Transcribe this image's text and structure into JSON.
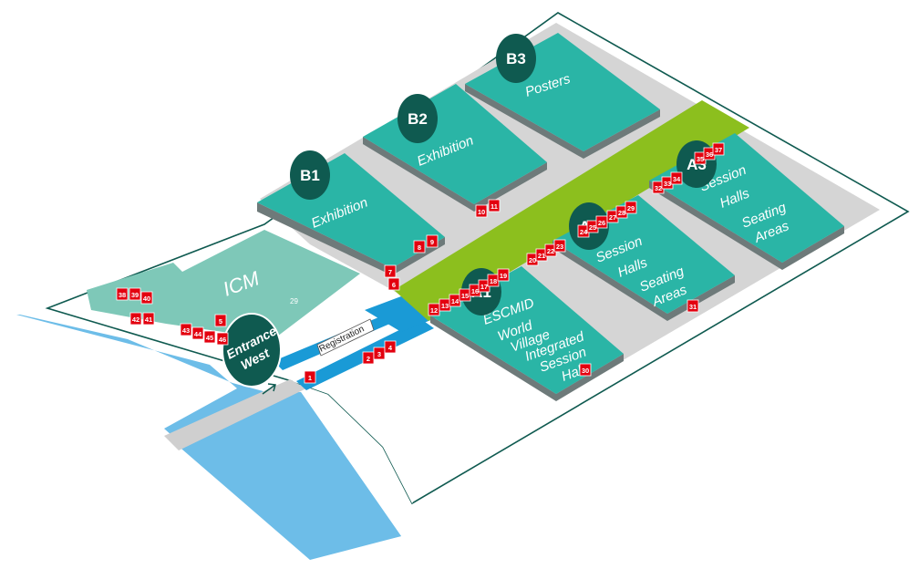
{
  "colors": {
    "hall_top": "#2ab5a6",
    "hall_side": "#6e7a7a",
    "hall_dark_badge": "#0f5a50",
    "concourse": "#8cbf1e",
    "ground": "#d5d5d5",
    "water": "#6dbde8",
    "walkway": "#1a9ad6",
    "marker": "#e3000f",
    "outline": "#0f5a50",
    "icm": "#7ec8b8"
  },
  "halls": {
    "b3": {
      "badge": "B3",
      "labels": [
        "Posters"
      ]
    },
    "b2": {
      "badge": "B2",
      "labels": [
        "Exhibition"
      ]
    },
    "b1": {
      "badge": "B1",
      "labels": [
        "Exhibition"
      ]
    },
    "a1": {
      "badge": "A1",
      "labels": [
        "ESCMID",
        "World",
        "Village",
        "Integrated",
        "Session",
        "Halls"
      ]
    },
    "a2": {
      "badge": "A2",
      "labels": [
        "Session",
        "Halls",
        "Seating",
        "Areas"
      ]
    },
    "a3": {
      "badge": "A3",
      "labels": [
        "Session",
        "Halls",
        "Seating",
        "Areas"
      ]
    }
  },
  "icm": {
    "label": "ICM",
    "number": "29"
  },
  "entrance": {
    "line1": "Entrance",
    "line2": "West"
  },
  "registration": {
    "label": "Registration"
  },
  "markers": [
    "1",
    "2",
    "3",
    "4",
    "5",
    "6",
    "7",
    "8",
    "9",
    "10",
    "11",
    "12",
    "13",
    "14",
    "15",
    "16",
    "17",
    "18",
    "19",
    "20",
    "21",
    "22",
    "23",
    "24",
    "25",
    "26",
    "27",
    "28",
    "29",
    "30",
    "31",
    "32",
    "33",
    "34",
    "35",
    "36",
    "37",
    "38",
    "39",
    "40",
    "41",
    "42",
    "43",
    "44",
    "45",
    "46"
  ]
}
